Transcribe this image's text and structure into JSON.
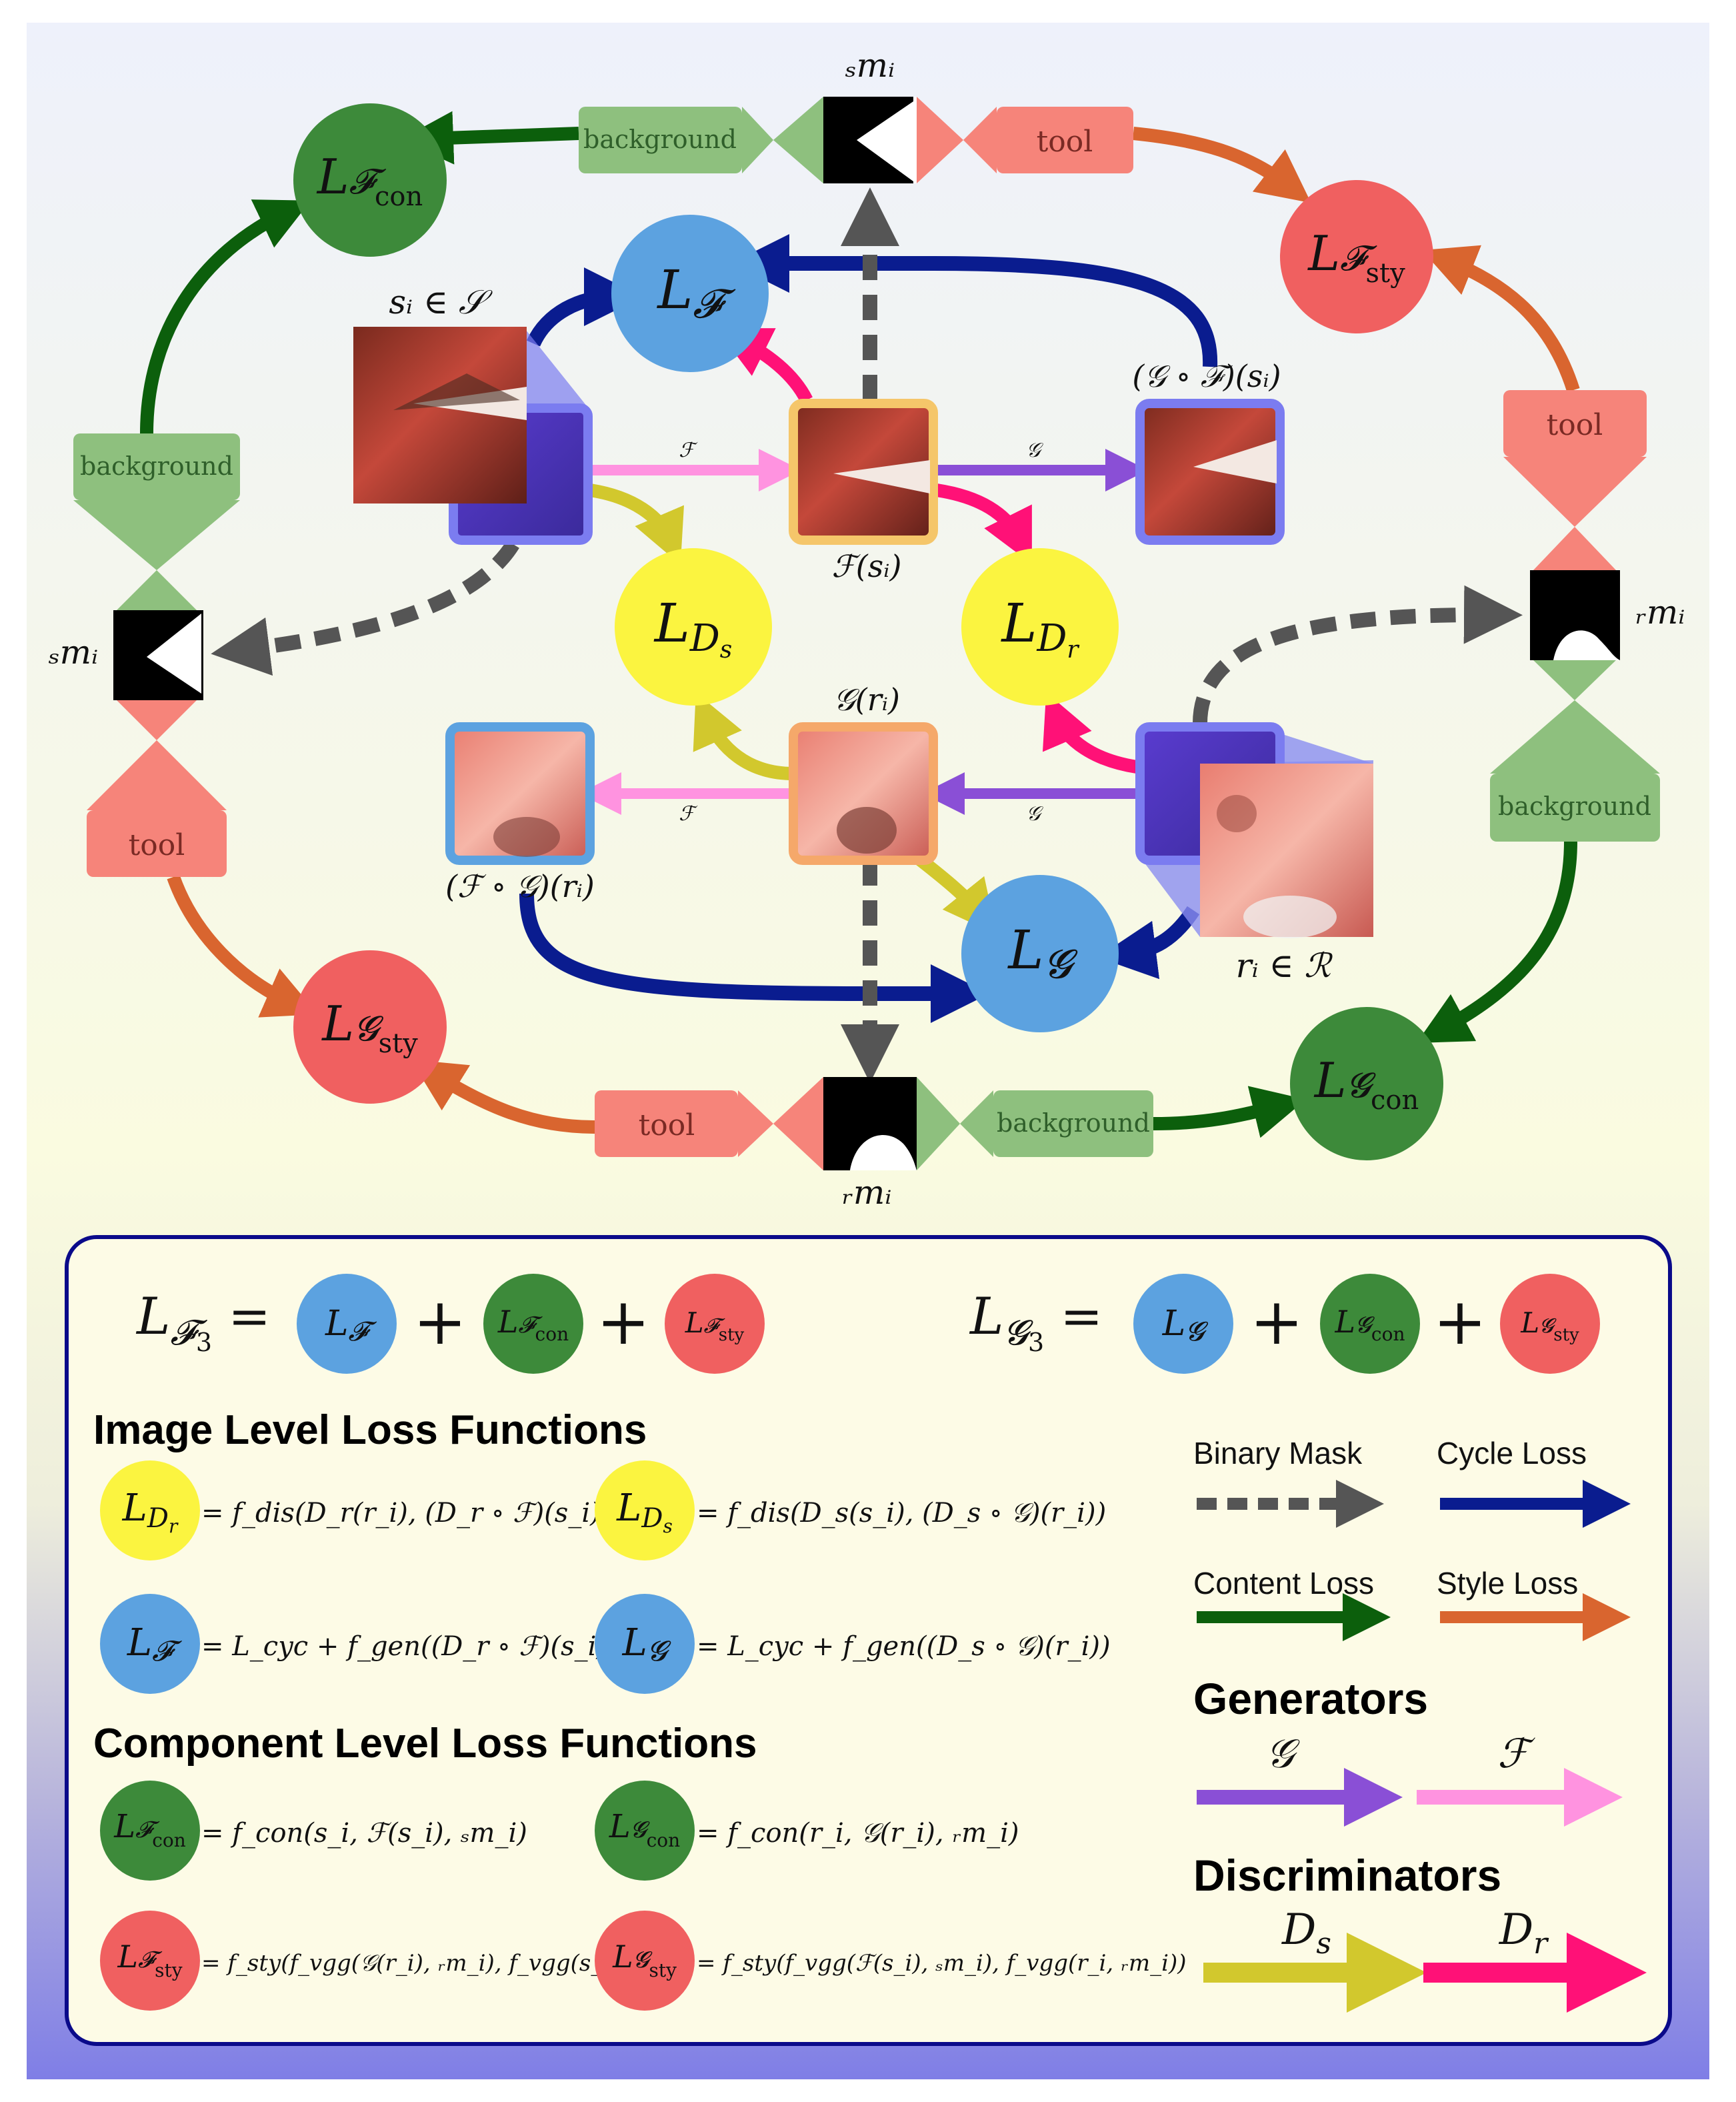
{
  "colors": {
    "cycle": "#0a1c8f",
    "content": "#0c5f0c",
    "style": "#d9652f",
    "mask": "#555555",
    "gen_g": "#8a4fd6",
    "gen_f": "#ff93e0",
    "disc_s": "#d2c82d",
    "disc_r": "#ff1177",
    "blue_loss": "#5ca2e0",
    "green_loss": "#3d8a3a",
    "red_loss": "#f06060",
    "yellow_loss": "#fbf440",
    "bg_box": "#8ec07e",
    "tool_box": "#f6847a",
    "legend_border": "#0a0a8a"
  },
  "labels": {
    "background": "background",
    "tool": "tool",
    "F": "ℱ",
    "G": "𝒢",
    "s_i": "sᵢ ∈ 𝒮",
    "r_i": "rᵢ ∈ ℛ",
    "F_si": "ℱ(sᵢ)",
    "G_ri": "𝒢(rᵢ)",
    "GF_si": "(𝒢 ∘ ℱ)(sᵢ)",
    "FG_ri": "(ℱ ∘ 𝒢)(rᵢ)",
    "sm_i": "ₛmᵢ",
    "rm_i": "ᵣmᵢ"
  },
  "losses": {
    "LF": "L𝓕",
    "LG": "L𝓖",
    "LDs": "L_Ds",
    "LDr": "L_Dr",
    "LFcon": "L𝓕con",
    "LGcon": "L𝓖con",
    "LFsty": "L𝓕sty",
    "LGsty": "L𝓖sty"
  },
  "legend": {
    "eq_F3": "L𝓕₃ =",
    "eq_G3": "L𝓖₃ =",
    "plus": "+",
    "image_level_title": "Image Level Loss Functions",
    "component_level_title": "Component Level Loss Functions",
    "f_LDr": "= f_dis(D_r(r_i), (D_r ∘ ℱ)(s_i))",
    "f_LDs": "= f_dis(D_s(s_i), (D_s ∘ 𝒢)(r_i))",
    "f_LF": "= L_cyc + f_gen((D_r ∘ ℱ)(s_i))",
    "f_LG": "= L_cyc + f_gen((D_s ∘ 𝒢)(r_i))",
    "f_LFcon": "= f_con(s_i, ℱ(s_i), ₛm_i)",
    "f_LGcon": "= f_con(r_i, 𝒢(r_i), ᵣm_i)",
    "f_LFsty": "= f_sty(f_vgg(𝒢(r_i), ᵣm_i), f_vgg(s_i, ₛm_i))",
    "f_LGsty": "= f_sty(f_vgg(ℱ(s_i), ₛm_i), f_vgg(r_i, ᵣm_i))",
    "binary_mask": "Binary Mask",
    "cycle_loss": "Cycle Loss",
    "content_loss": "Content Loss",
    "style_loss": "Style Loss",
    "generators": "Generators",
    "discriminators": "Discriminators",
    "gen_G": "𝒢",
    "gen_F": "ℱ",
    "disc_Ds": "D_s",
    "disc_Dr": "D_r"
  }
}
